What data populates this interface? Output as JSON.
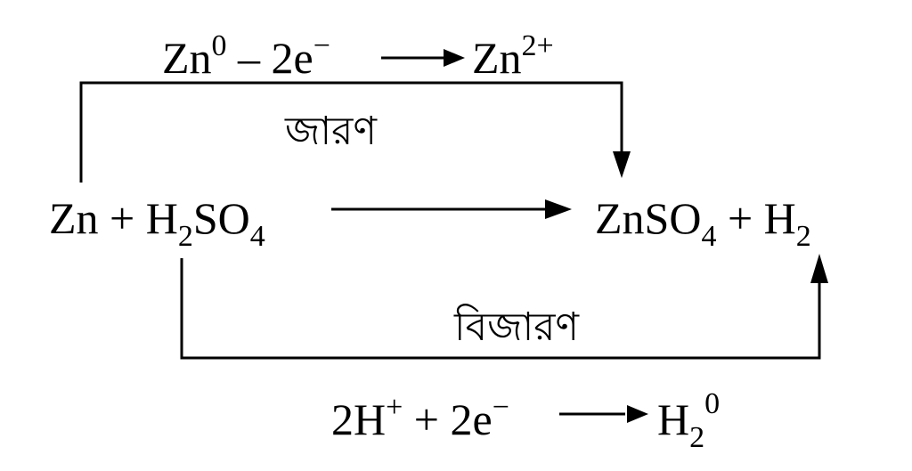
{
  "oxidation": {
    "label": "জারণ",
    "half_reaction": {
      "reactant": "Zn",
      "reactant_charge": "0",
      "electrons_text": " – 2e",
      "electron_sign": "−",
      "product": "Zn",
      "product_charge": "2+"
    }
  },
  "reduction": {
    "label": "বিজারণ",
    "half_reaction": {
      "reactant": "2H",
      "reactant_charge": "+",
      "electrons_text": " + 2e",
      "electron_sign": "−",
      "product": "H",
      "product_subscript": "2",
      "product_charge": "0"
    }
  },
  "main_reaction": {
    "reactants": {
      "zn": "Zn + H",
      "h_subscript": "2",
      "so": "SO",
      "so_subscript": "4"
    },
    "products": {
      "znso": "ZnSO",
      "znso_subscript": "4",
      "plus_h": " + H",
      "h_subscript": "2"
    }
  },
  "colors": {
    "ink": "#000000",
    "background": "#ffffff"
  }
}
